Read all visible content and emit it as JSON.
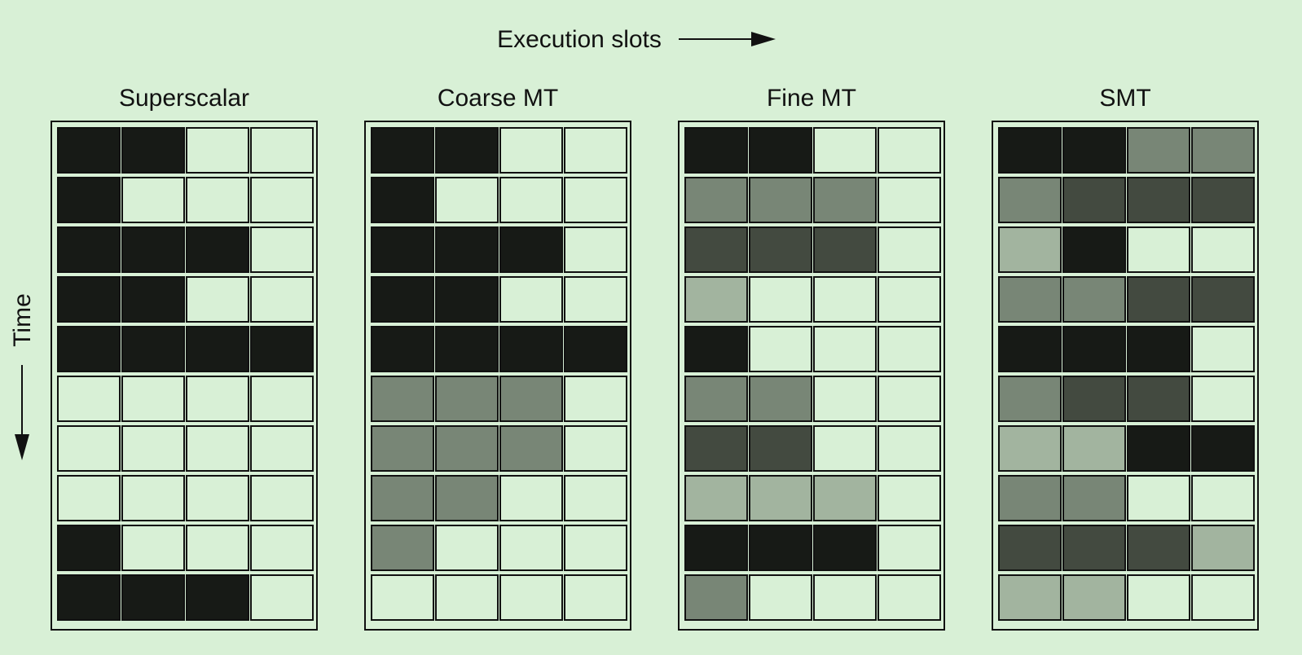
{
  "header": {
    "slots_label": "Execution slots"
  },
  "axis": {
    "time_label": "Time"
  },
  "colors": {
    "background": "#d8f0d6",
    "empty": "#d8f0d6",
    "thread_1": "#171a16",
    "thread_2": "#788676",
    "thread_3": "#434a40",
    "thread_4": "#a2b49f",
    "grid": "#111111"
  },
  "panels": [
    {
      "title": "Superscalar",
      "rows": [
        [
          1,
          1,
          0,
          0
        ],
        [
          1,
          0,
          0,
          0
        ],
        [
          1,
          1,
          1,
          0
        ],
        [
          1,
          1,
          0,
          0
        ],
        [
          1,
          1,
          1,
          1
        ],
        [
          0,
          0,
          0,
          0
        ],
        [
          0,
          0,
          0,
          0
        ],
        [
          0,
          0,
          0,
          0
        ],
        [
          1,
          0,
          0,
          0
        ],
        [
          1,
          1,
          1,
          0
        ]
      ]
    },
    {
      "title": "Coarse MT",
      "rows": [
        [
          1,
          1,
          0,
          0
        ],
        [
          1,
          0,
          0,
          0
        ],
        [
          1,
          1,
          1,
          0
        ],
        [
          1,
          1,
          0,
          0
        ],
        [
          1,
          1,
          1,
          1
        ],
        [
          2,
          2,
          2,
          0
        ],
        [
          2,
          2,
          2,
          0
        ],
        [
          2,
          2,
          0,
          0
        ],
        [
          2,
          0,
          0,
          0
        ],
        [
          0,
          0,
          0,
          0
        ]
      ]
    },
    {
      "title": "Fine MT",
      "rows": [
        [
          1,
          1,
          0,
          0
        ],
        [
          2,
          2,
          2,
          0
        ],
        [
          3,
          3,
          3,
          0
        ],
        [
          4,
          0,
          0,
          0
        ],
        [
          1,
          0,
          0,
          0
        ],
        [
          2,
          2,
          0,
          0
        ],
        [
          3,
          3,
          0,
          0
        ],
        [
          4,
          4,
          4,
          0
        ],
        [
          1,
          1,
          1,
          0
        ],
        [
          2,
          0,
          0,
          0
        ]
      ]
    },
    {
      "title": "SMT",
      "rows": [
        [
          1,
          1,
          2,
          2
        ],
        [
          2,
          3,
          3,
          3
        ],
        [
          4,
          1,
          0,
          0
        ],
        [
          2,
          2,
          3,
          3
        ],
        [
          1,
          1,
          1,
          0
        ],
        [
          2,
          3,
          3,
          0
        ],
        [
          4,
          4,
          1,
          1
        ],
        [
          2,
          2,
          0,
          0
        ],
        [
          3,
          3,
          3,
          4
        ],
        [
          4,
          4,
          0,
          0
        ]
      ]
    }
  ]
}
